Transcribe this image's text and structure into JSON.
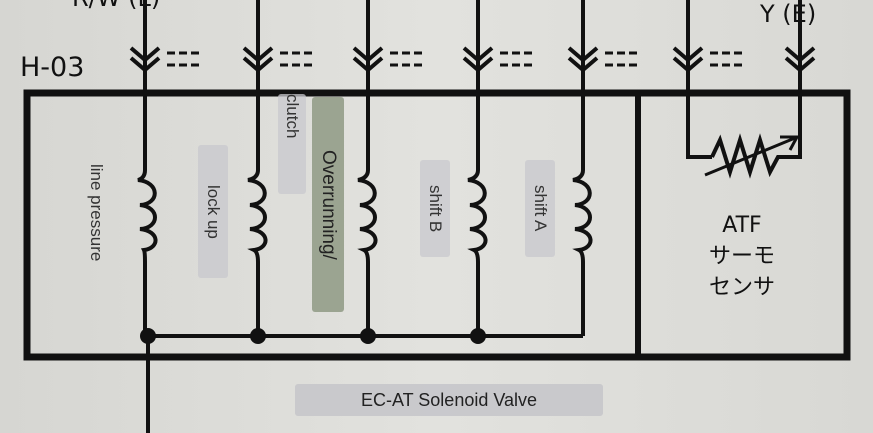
{
  "diagram": {
    "top_left_label": "R/W (L)",
    "top_right_label": "Y (E)",
    "connector_label": "H-03",
    "sensor_label_lines": [
      "ATF",
      "サーモ",
      "センサ"
    ]
  },
  "solenoids": [
    {
      "label": "line pressure"
    },
    {
      "label": "lock up"
    },
    {
      "label": "Overrunning/"
    },
    {
      "label": "clutch"
    },
    {
      "label": "shift B"
    },
    {
      "label": "shift A"
    }
  ],
  "caption": "EC-AT Solenoid Valve"
}
